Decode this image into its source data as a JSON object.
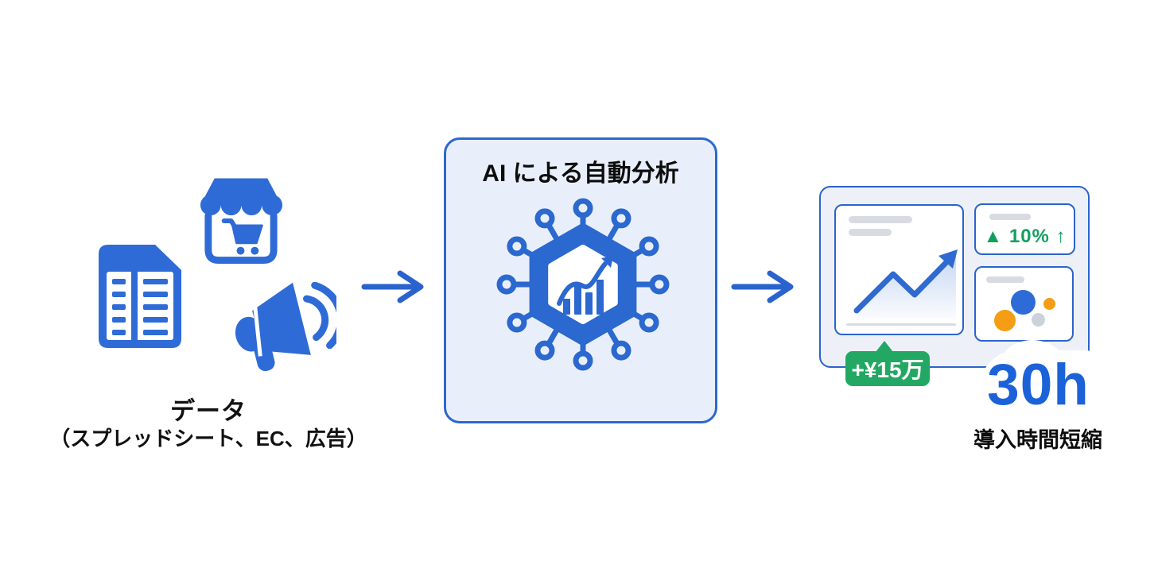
{
  "canvas": {
    "background": "#ffffff"
  },
  "palette": {
    "icon_blue": "#2e6bd6",
    "border_blue": "#2b63cc",
    "ai_box_fill": "#e9effa",
    "ai_box_border": "#2b68cf",
    "dashboard_fill": "#edf1f7",
    "kpi_green": "#13a05f",
    "badge_green": "#23a863",
    "bubble_orange": "#f49d15",
    "bubble_gray": "#ccd2d9",
    "skeleton_gray": "#d8dce2",
    "result_blue": "#1b62d8",
    "text_black": "#111111"
  },
  "sources": {
    "title": "データ",
    "subtitle": "（スプレッドシート、EC、広告）",
    "icons": [
      {
        "name": "storefront-cart-icon"
      },
      {
        "name": "spreadsheet-icon"
      },
      {
        "name": "megaphone-icon"
      }
    ]
  },
  "flow": {
    "arrow_count": 2,
    "arrow_color": "#2a63cd"
  },
  "ai_box": {
    "title": "AI による自動分析",
    "icon": "hexagon-network-chart-icon"
  },
  "dashboard": {
    "kpi_change": "▲ 10% ↑",
    "badge_text": "+¥15万",
    "result_value": "30h",
    "result_caption": "導入時間短縮",
    "bubbles": [
      {
        "name": "bubble-blue",
        "color": "#2e6bd6",
        "size": "large"
      },
      {
        "name": "bubble-orange-large",
        "color": "#f49d15",
        "size": "medium"
      },
      {
        "name": "bubble-orange-small",
        "color": "#f49d15",
        "size": "small"
      },
      {
        "name": "bubble-gray",
        "color": "#ccd2d9",
        "size": "small"
      }
    ]
  }
}
